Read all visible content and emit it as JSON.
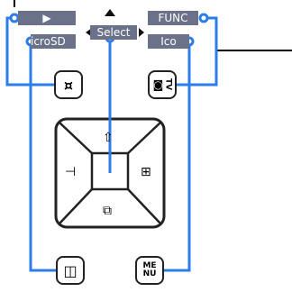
{
  "labels": {
    "play": "▶",
    "microsd": "icroSD",
    "select": "Select",
    "func": "FUNC",
    "icon": "Ico"
  },
  "buttons": {
    "top_left": "¤",
    "top_right_a": "◙",
    "top_right_b": "TV",
    "pad_top": "⇧",
    "pad_left": "⊣",
    "pad_right": "⊞",
    "pad_bottom": "⧉",
    "bottom_left": "◫",
    "bottom_right_a": "ME",
    "bottom_right_b": "NU"
  },
  "colors": {
    "line": "#2d7de8",
    "tag": "#6b7189"
  }
}
